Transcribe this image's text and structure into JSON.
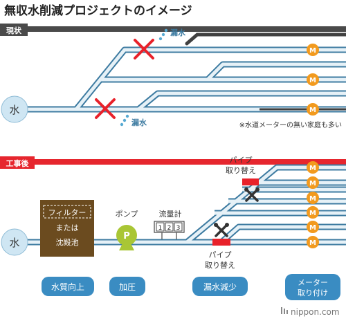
{
  "title": "無収水削減プロジェクトのイメージ",
  "before": {
    "label": "現状",
    "source": "水",
    "leak_top": "漏水",
    "leak_bottom": "漏水",
    "meter": "M",
    "note": "※水道メーターの無い家庭も多い"
  },
  "after": {
    "label": "工事後",
    "source": "水",
    "filter_label": "フィルター",
    "filter_line2": "または",
    "filter_line3": "沈殿池",
    "pump_label": "ポンプ",
    "pump_letter": "P",
    "flowmeter_label": "流量計",
    "flowmeter_digits": [
      "1",
      "2",
      "3"
    ],
    "pipe_top_line1": "パイプ",
    "pipe_top_line2": "取り替え",
    "pipe_bottom_line1": "パイプ",
    "pipe_bottom_line2": "取り替え",
    "meter": "M"
  },
  "badges": {
    "quality": "水質向上",
    "pressure": "加圧",
    "leak_reduction": "漏水減少",
    "meter_line1": "メーター",
    "meter_line2": "取り付け"
  },
  "credit": "nippon.com",
  "colors": {
    "pipe_outline": "#3d7ba1",
    "pipe_fill": "#e6f1f7",
    "main_pipe": "#404040",
    "meter": "#f29a1e",
    "leak_x": "#e8212a",
    "leak_drop": "#57a9d2",
    "source_fill": "#cfe6f3",
    "badge": "#3a8cc2",
    "filter": "#6b4b1f",
    "pump": "#a9c635",
    "repair_band": "#e8212a",
    "label_before": "#4a4a4a",
    "label_after": "#e6262e"
  }
}
